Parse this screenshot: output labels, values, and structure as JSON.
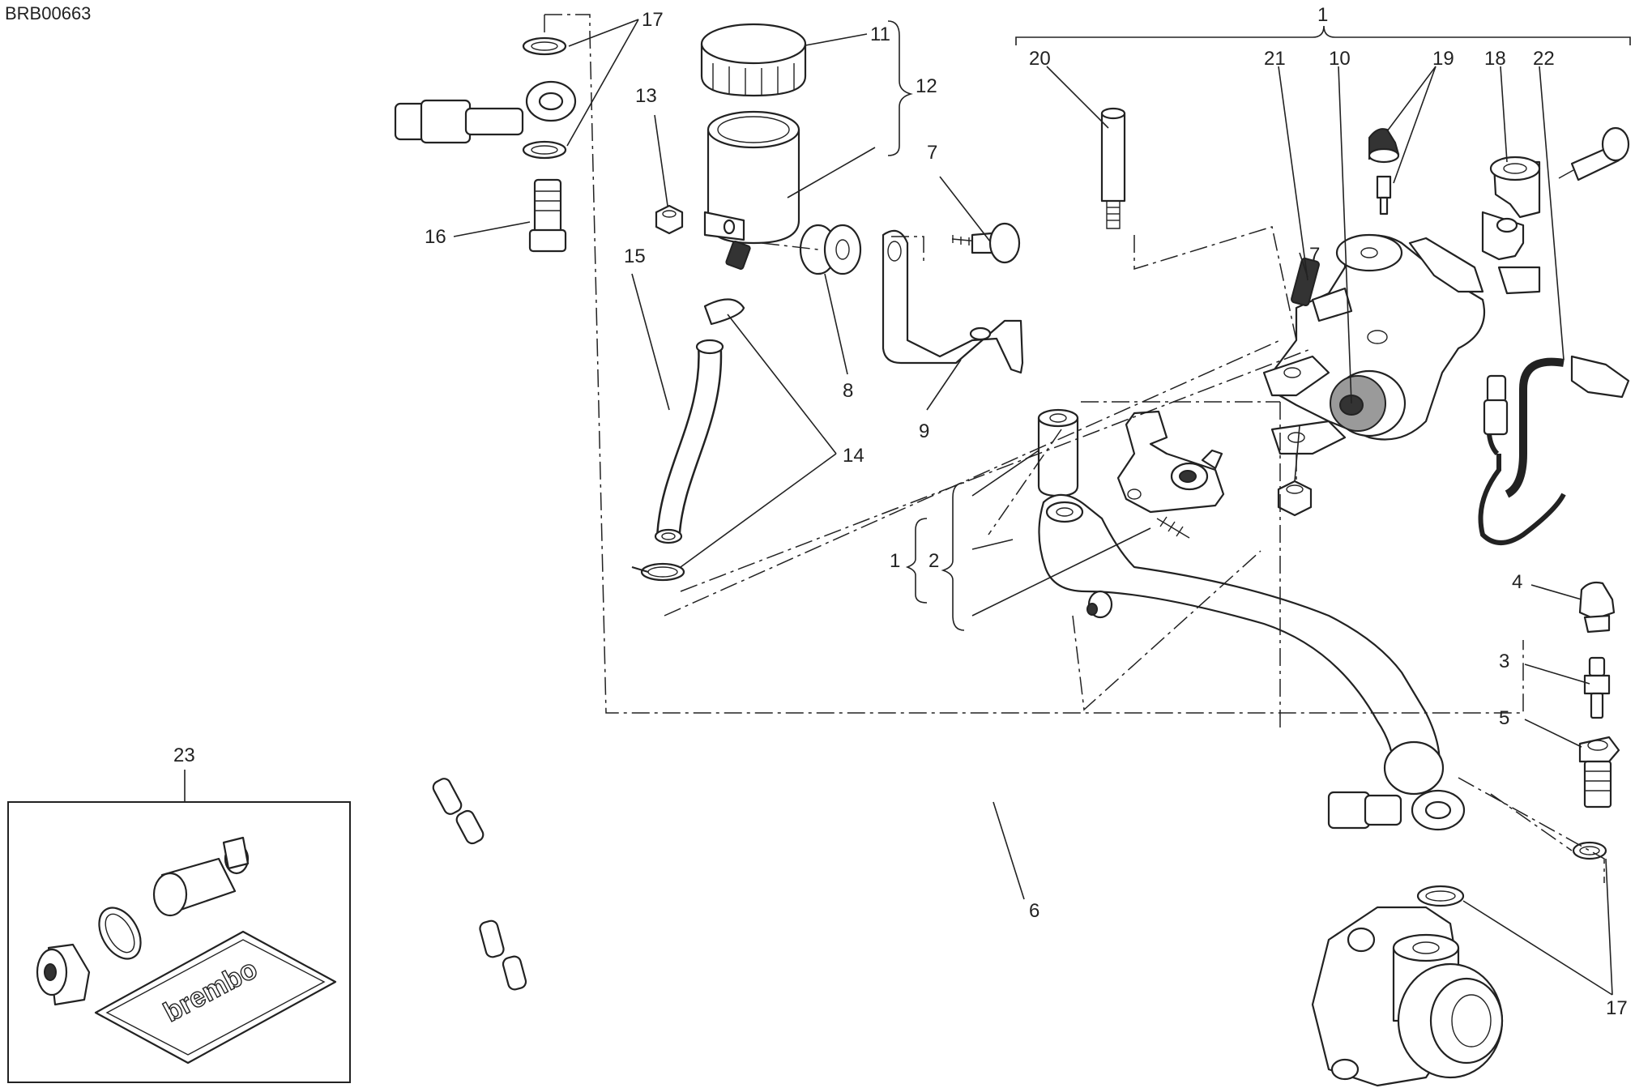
{
  "diagram": {
    "code": "BRB00663",
    "kit_brand": "brembo",
    "callouts": {
      "c1_top": "1",
      "c1_left": "1",
      "c2": "2",
      "c3": "3",
      "c4": "4",
      "c5": "5",
      "c6": "6",
      "c7_top": "7",
      "c7_mid": "7",
      "c8": "8",
      "c9": "9",
      "c10": "10",
      "c11": "11",
      "c12": "12",
      "c13": "13",
      "c14": "14",
      "c15": "15",
      "c16": "16",
      "c17_top": "17",
      "c17_bottom": "17",
      "c18": "18",
      "c19": "19",
      "c20": "20",
      "c21": "21",
      "c22": "22",
      "c23": "23"
    }
  }
}
